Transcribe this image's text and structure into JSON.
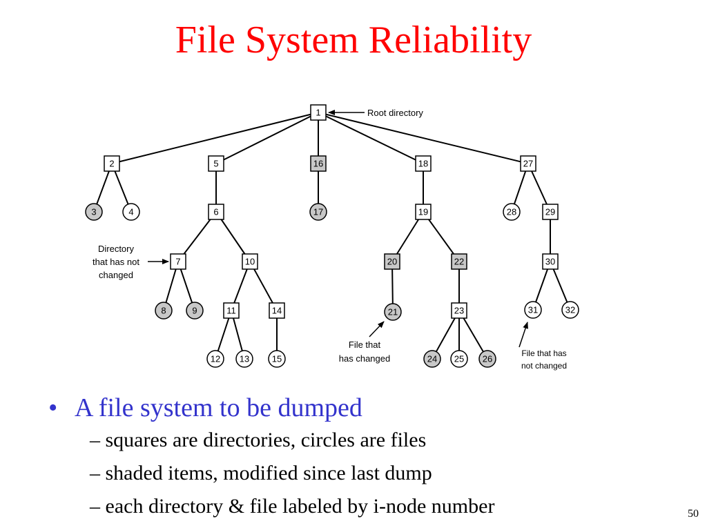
{
  "title": "File System Reliability",
  "diagram": {
    "root_label": "Root directory",
    "dir_unchanged_label": [
      "Directory",
      "that has not",
      "changed"
    ],
    "file_changed_label": [
      "File that",
      "has changed"
    ],
    "file_unchanged_label": [
      "File that has",
      "not changed"
    ],
    "nodes": [
      {
        "id": "1",
        "kind": "directory",
        "shaded": false
      },
      {
        "id": "2",
        "kind": "directory",
        "shaded": false
      },
      {
        "id": "3",
        "kind": "file",
        "shaded": true
      },
      {
        "id": "4",
        "kind": "file",
        "shaded": false
      },
      {
        "id": "5",
        "kind": "directory",
        "shaded": false
      },
      {
        "id": "6",
        "kind": "directory",
        "shaded": false
      },
      {
        "id": "7",
        "kind": "directory",
        "shaded": false
      },
      {
        "id": "8",
        "kind": "file",
        "shaded": true
      },
      {
        "id": "9",
        "kind": "file",
        "shaded": true
      },
      {
        "id": "10",
        "kind": "directory",
        "shaded": false
      },
      {
        "id": "11",
        "kind": "directory",
        "shaded": false
      },
      {
        "id": "12",
        "kind": "file",
        "shaded": false
      },
      {
        "id": "13",
        "kind": "file",
        "shaded": false
      },
      {
        "id": "14",
        "kind": "directory",
        "shaded": false
      },
      {
        "id": "15",
        "kind": "file",
        "shaded": false
      },
      {
        "id": "16",
        "kind": "directory",
        "shaded": true
      },
      {
        "id": "17",
        "kind": "file",
        "shaded": true
      },
      {
        "id": "18",
        "kind": "directory",
        "shaded": false
      },
      {
        "id": "19",
        "kind": "directory",
        "shaded": false
      },
      {
        "id": "20",
        "kind": "directory",
        "shaded": true
      },
      {
        "id": "21",
        "kind": "file",
        "shaded": true
      },
      {
        "id": "22",
        "kind": "directory",
        "shaded": true
      },
      {
        "id": "23",
        "kind": "directory",
        "shaded": false
      },
      {
        "id": "24",
        "kind": "file",
        "shaded": true
      },
      {
        "id": "25",
        "kind": "file",
        "shaded": false
      },
      {
        "id": "26",
        "kind": "file",
        "shaded": true
      },
      {
        "id": "27",
        "kind": "directory",
        "shaded": false
      },
      {
        "id": "28",
        "kind": "file",
        "shaded": false
      },
      {
        "id": "29",
        "kind": "directory",
        "shaded": false
      },
      {
        "id": "30",
        "kind": "directory",
        "shaded": false
      },
      {
        "id": "31",
        "kind": "file",
        "shaded": false
      },
      {
        "id": "32",
        "kind": "file",
        "shaded": false
      }
    ],
    "edges": [
      [
        "1",
        "2"
      ],
      [
        "1",
        "5"
      ],
      [
        "1",
        "16"
      ],
      [
        "1",
        "18"
      ],
      [
        "1",
        "27"
      ],
      [
        "2",
        "3"
      ],
      [
        "2",
        "4"
      ],
      [
        "5",
        "6"
      ],
      [
        "6",
        "7"
      ],
      [
        "6",
        "10"
      ],
      [
        "7",
        "8"
      ],
      [
        "7",
        "9"
      ],
      [
        "10",
        "11"
      ],
      [
        "10",
        "14"
      ],
      [
        "11",
        "12"
      ],
      [
        "11",
        "13"
      ],
      [
        "14",
        "15"
      ],
      [
        "16",
        "17"
      ],
      [
        "18",
        "19"
      ],
      [
        "19",
        "20"
      ],
      [
        "19",
        "22"
      ],
      [
        "20",
        "21"
      ],
      [
        "22",
        "23"
      ],
      [
        "23",
        "24"
      ],
      [
        "23",
        "25"
      ],
      [
        "23",
        "26"
      ],
      [
        "27",
        "28"
      ],
      [
        "27",
        "29"
      ],
      [
        "29",
        "30"
      ],
      [
        "30",
        "31"
      ],
      [
        "30",
        "32"
      ]
    ]
  },
  "bullets": {
    "main": "A file system to be dumped",
    "sub": [
      "squares are directories, circles are files",
      "shaded items, modified since last dump",
      "each directory & file labeled by i-node number"
    ]
  },
  "page_number": "50",
  "colors": {
    "title": "#ff0000",
    "bullet": "#3333cc",
    "shaded_fill": "#c8c8c8"
  }
}
